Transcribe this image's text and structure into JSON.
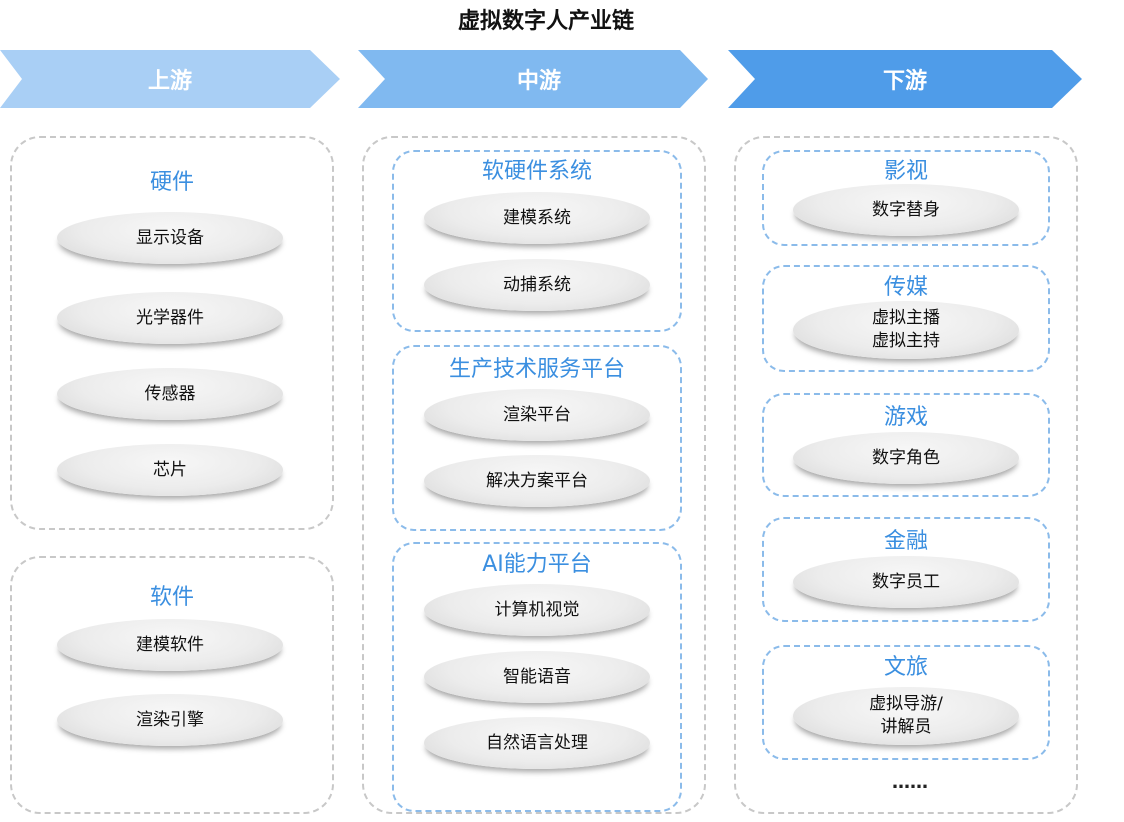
{
  "title": "虚拟数字人产业链",
  "stages": {
    "upstream": {
      "label": "上游",
      "color": "#a9cff5"
    },
    "midstream": {
      "label": "中游",
      "color": "#80b9f0"
    },
    "downstream": {
      "label": "下游",
      "color": "#4f9ce9"
    }
  },
  "upstream": {
    "groups": [
      {
        "title": "硬件",
        "items": [
          "显示设备",
          "光学器件",
          "传感器",
          "芯片"
        ]
      },
      {
        "title": "软件",
        "items": [
          "建模软件",
          "渲染引擎"
        ]
      }
    ]
  },
  "midstream": {
    "groups": [
      {
        "title": "软硬件系统",
        "items": [
          "建模系统",
          "动捕系统"
        ]
      },
      {
        "title": "生产技术服务平台",
        "items": [
          "渲染平台",
          "解决方案平台"
        ]
      },
      {
        "title": "AI能力平台",
        "items": [
          "计算机视觉",
          "智能语音",
          "自然语言处理"
        ]
      }
    ]
  },
  "downstream": {
    "groups": [
      {
        "title": "影视",
        "lines": [
          "数字替身"
        ]
      },
      {
        "title": "传媒",
        "lines": [
          "虚拟主播",
          "虚拟主持"
        ]
      },
      {
        "title": "游戏",
        "lines": [
          "数字角色"
        ]
      },
      {
        "title": "金融",
        "lines": [
          "数字员工"
        ]
      },
      {
        "title": "文旅",
        "lines": [
          "虚拟导游/",
          "讲解员"
        ]
      }
    ],
    "more": "……"
  },
  "colors": {
    "group_title": "#3b8fe0",
    "gray_border": "#c8c8c8",
    "blue_border": "#8bbbea"
  }
}
